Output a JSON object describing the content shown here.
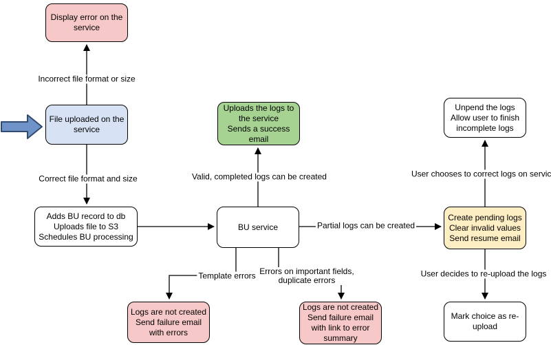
{
  "diagram": {
    "colors": {
      "pink": "#f7c8c8",
      "blue": "#d7e3f5",
      "green": "#a6d292",
      "yellow": "#fdeec3",
      "white": "#ffffff",
      "line": "#000000",
      "input_arrow_fill": "#6f92c9",
      "input_arrow_stroke": "#314a6e"
    },
    "nodes": {
      "display_error": {
        "label": "Display error on the\nservice"
      },
      "file_uploaded": {
        "label": "File uploaded on the\nservice"
      },
      "adds_bu": {
        "label": "Adds BU record to db\nUploads file to S3\nSchedules BU processing"
      },
      "bu_service": {
        "label": "BU service"
      },
      "uploads_logs": {
        "label": "Uploads the logs to\nthe service\nSends a success\nemail"
      },
      "unpend_logs": {
        "label": "Unpend the logs\nAllow user to finish\nincomplete logs"
      },
      "create_pending": {
        "label": "Create pending logs\nClear invalid values\nSend resume email"
      },
      "mark_choice": {
        "label": "Mark choice as re-\nupload"
      },
      "logs_failure_errors": {
        "label": "Logs are not created\nSend failure email\nwith errors"
      },
      "logs_failure_summary": {
        "label": "Logs are not created\nSend failure email\nwith link to error\nsummary"
      }
    },
    "edge_labels": {
      "incorrect": "Incorrect file format or size",
      "correct": "Correct file format and size",
      "valid": "Valid, completed logs can be created",
      "partial": "Partial logs can be created",
      "user_chooses": "User chooses to correct logs on service",
      "user_decides": "User decides to re-upload the logs",
      "template": "Template errors",
      "errors_fields": "Errors on important fields,\nduplicate errors"
    }
  }
}
